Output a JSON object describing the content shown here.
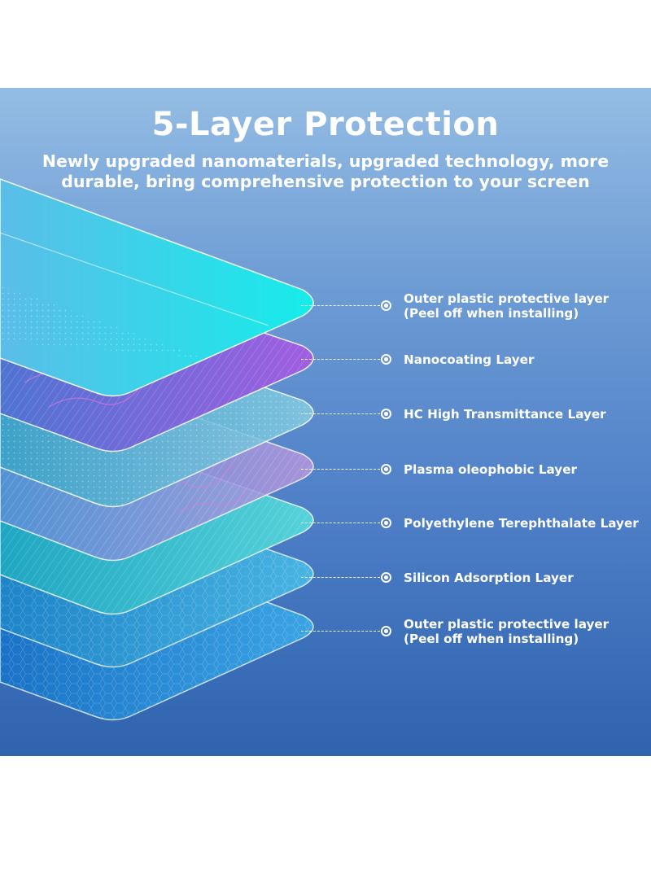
{
  "title": "5-Layer Protection",
  "subtitle": "Newly upgraded nanomaterials, upgraded technology, more durable, bring comprehensive protection to your screen",
  "layers": [
    {
      "label": "Outer plastic protective layer\n(Peel off when installing)",
      "color": "#1ee6e4",
      "icon": "bullseye-dot-icon"
    },
    {
      "label": "Nanocoating Layer",
      "color": "#9a5ddc",
      "icon": "bullseye-dot-icon"
    },
    {
      "label": "HC High Transmittance Layer",
      "color": "#6fb6dc",
      "icon": "bullseye-dot-icon"
    },
    {
      "label": "Plasma oleophobic Layer",
      "color": "#a88ad8",
      "icon": "bullseye-dot-icon"
    },
    {
      "label": "Polyethylene Terephthalate Layer",
      "color": "#3ec8d0",
      "icon": "bullseye-dot-icon"
    },
    {
      "label": "Silicon Adsorption Layer",
      "color": "#3a9fd8",
      "icon": "bullseye-dot-icon"
    },
    {
      "label": "Outer plastic protective layer\n(Peel off when installing)",
      "color": "#2f8fdc",
      "icon": "bullseye-dot-icon"
    }
  ],
  "colors": {
    "background_top": "#94bde4",
    "background_bottom": "#2f63ae",
    "text": "#ffffff"
  }
}
